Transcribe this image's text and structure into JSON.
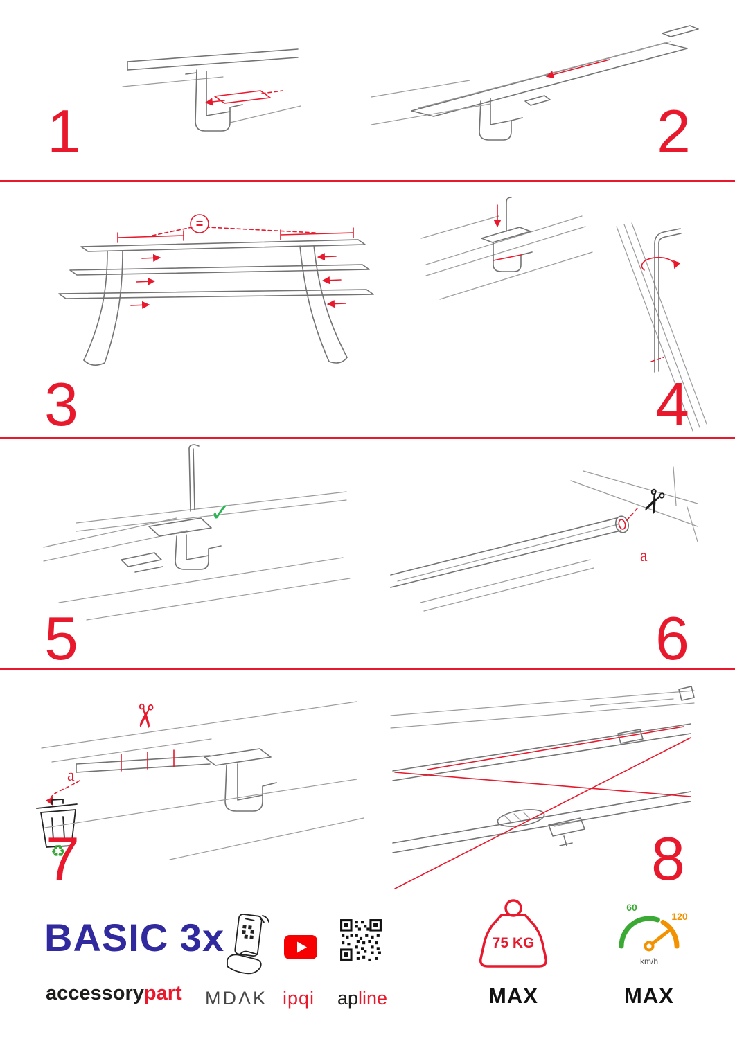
{
  "document": {
    "type": "assembly-instructions",
    "accent_color": "#e8192c"
  },
  "steps": [
    {
      "number": "1"
    },
    {
      "number": "2"
    },
    {
      "number": "3",
      "equal_sign": "="
    },
    {
      "number": "4"
    },
    {
      "number": "5"
    },
    {
      "number": "6",
      "cut_label": "a"
    },
    {
      "number": "7",
      "cut_label": "a"
    },
    {
      "number": "8"
    }
  ],
  "icons": {
    "scissors": "✂",
    "recycle": "♻",
    "check": "✓"
  },
  "footer": {
    "product_name": "BASIC 3x",
    "brand_black": "accessory",
    "brand_red": "part",
    "app_label": "MDΛK",
    "video_label": "ipqi",
    "qr_label_black": "ap",
    "qr_label_red": "line",
    "weight_limit": "75 KG",
    "weight_max_label": "MAX",
    "speed_low": "60",
    "speed_high": "120",
    "speed_unit": "km/h",
    "speed_max_label": "MAX"
  }
}
